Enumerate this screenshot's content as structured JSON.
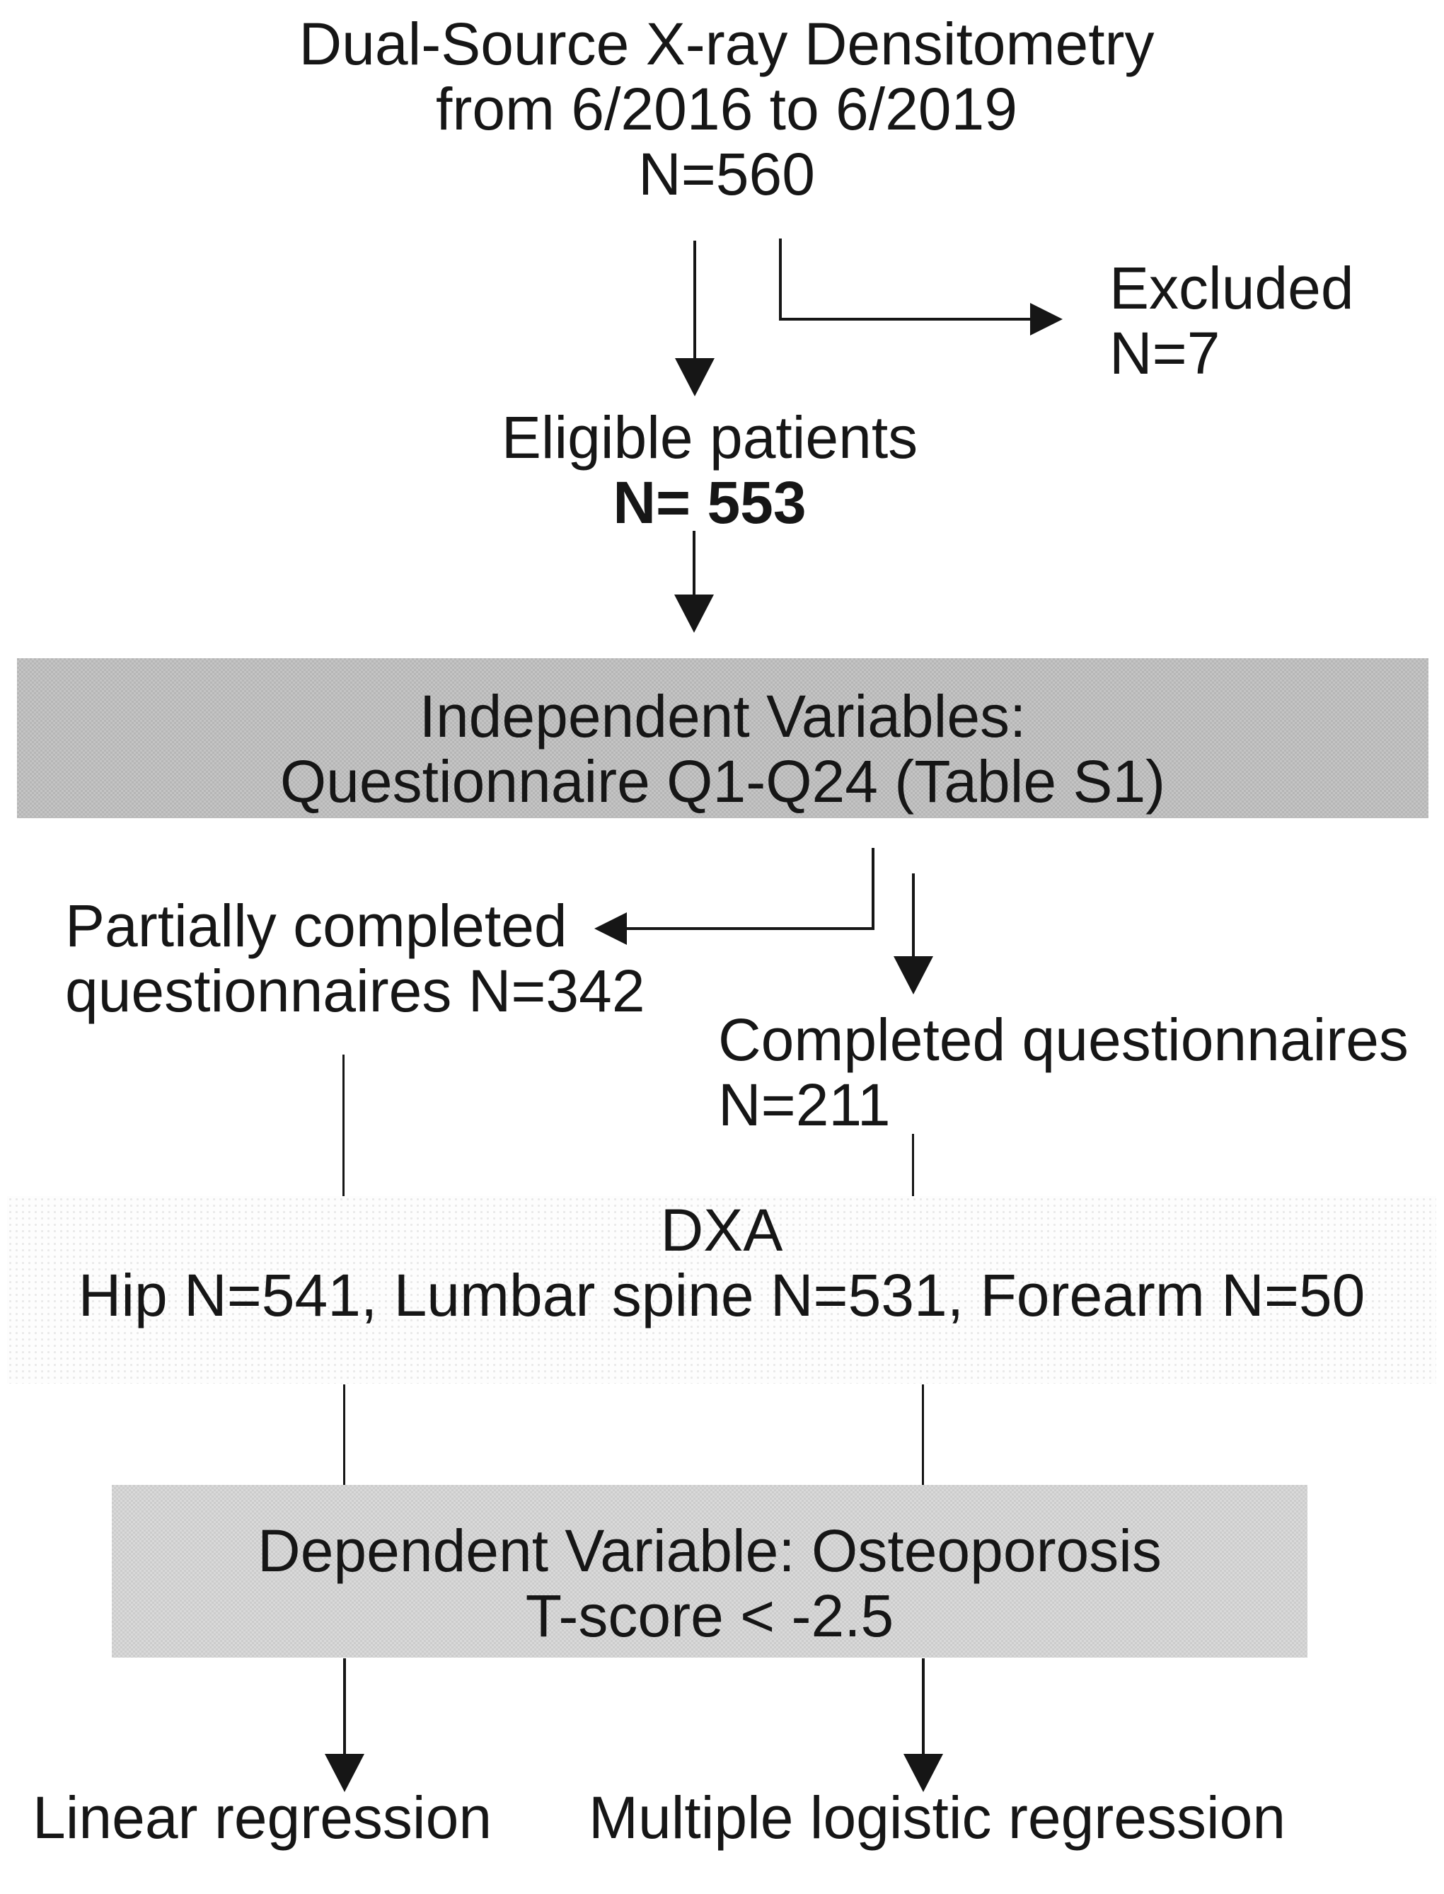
{
  "colors": {
    "ink": "#161616",
    "box_independent_bg": "#bcbcbc",
    "box_dxa_bg": "#fdfdfd",
    "box_dependent_bg": "#d2d2d2"
  },
  "nodes": {
    "source": {
      "line1": "Dual-Source X-ray Densitometry",
      "line2": "from 6/2016 to 6/2019",
      "line3": "N=560"
    },
    "excluded": {
      "line1": "Excluded",
      "line2": "N=7"
    },
    "eligible": {
      "line1": "Eligible patients",
      "line2": "N= 553"
    },
    "independent": {
      "line1": "Independent Variables:",
      "line2": "Questionnaire Q1-Q24 (Table S1)"
    },
    "partial": {
      "line1": "Partially completed",
      "line2": "questionnaires N=342"
    },
    "completed": {
      "line1": "Completed questionnaires",
      "line2": "N=211"
    },
    "dxa": {
      "line1": "DXA",
      "line2": "Hip N=541, Lumbar spine N=531, Forearm N=50"
    },
    "dependent": {
      "line1": "Dependent Variable: Osteoporosis",
      "line2": "T-score < -2.5"
    },
    "outcome_left": {
      "label": "Linear regression"
    },
    "outcome_right": {
      "label": "Multiple logistic regression"
    }
  }
}
